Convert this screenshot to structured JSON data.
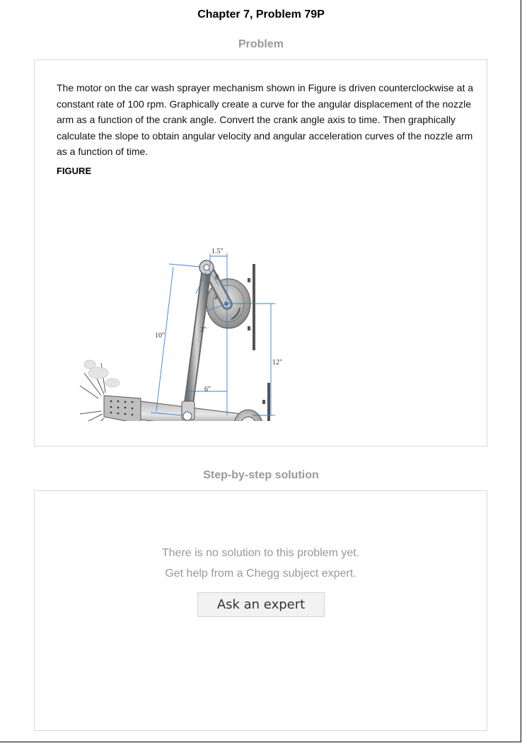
{
  "header": {
    "chapter_title": "Chapter 7, Problem 79P"
  },
  "problem": {
    "heading": "Problem",
    "text": "The motor on the car wash sprayer mechanism shown in Figure is driven counterclockwise at a constant rate of 100 rpm. Graphically create a curve for the angular displacement of the nozzle arm as a function of the crank angle. Convert the crank angle axis to time. Then graphically calculate the slope to obtain angular velocity and angular acceleration curves of the nozzle arm as a function of time.",
    "figure_label": "FIGURE",
    "figure": {
      "dim_crank_offset": "1.5\"",
      "dim_theta": "θ",
      "dim_crank": "3\"",
      "dim_coupler": "10\"",
      "dim_height": "12\"",
      "dim_pivot": "6\""
    }
  },
  "solution": {
    "heading": "Step-by-step solution",
    "no_solution_line1": "There is no solution to this problem yet.",
    "no_solution_line2": "Get help from a Chegg subject expert.",
    "ask_button_label": "Ask an expert"
  },
  "colors": {
    "heading_gray": "#999999",
    "dimension_blue": "#3a7fd0",
    "card_border": "#d8d8d8"
  }
}
